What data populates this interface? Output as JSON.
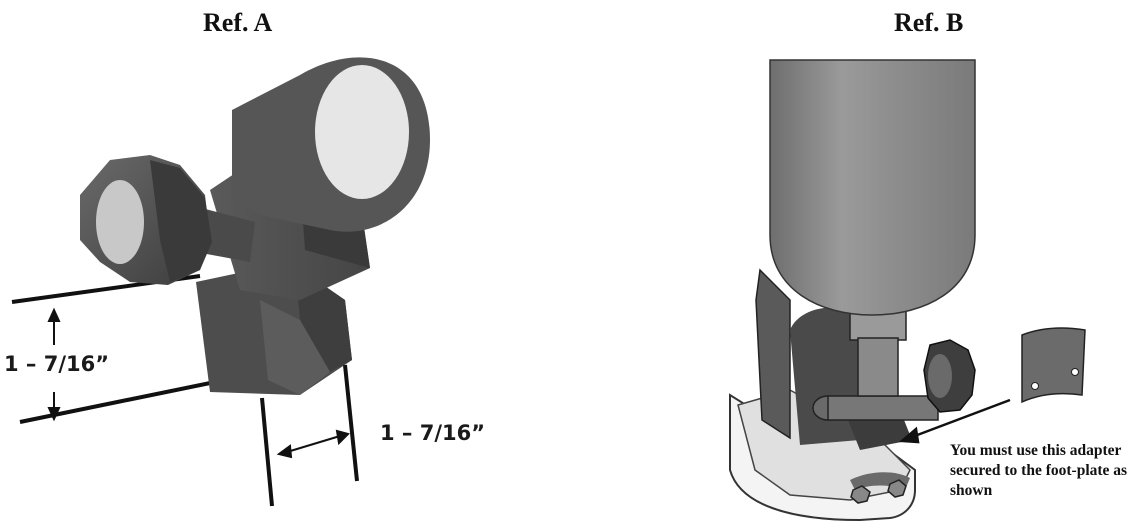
{
  "ref_a": {
    "title": "Ref. A",
    "dim_height": "1 – 7/16”",
    "dim_width": "1 – 7/16”"
  },
  "ref_b": {
    "title": "Ref. B",
    "note": "You must use this adapter secured to the foot-plate as shown"
  },
  "colors": {
    "part_dark": "#4a4a4a",
    "part_mid": "#5e5e5e",
    "cylinder": "#8c8c8c",
    "adapter": "#6b6b6b",
    "foot_plate": "#f2f2f2"
  }
}
